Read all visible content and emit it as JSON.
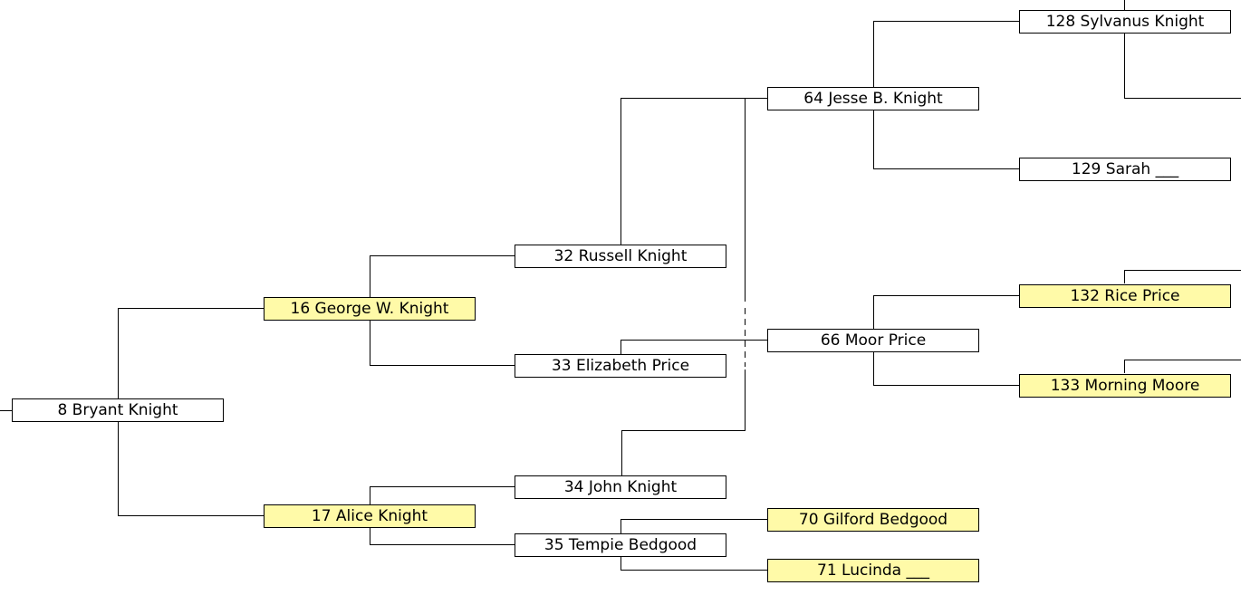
{
  "persons": {
    "p8": {
      "label": "8 Bryant Knight",
      "highlight": false
    },
    "p16": {
      "label": "16 George W. Knight",
      "highlight": true
    },
    "p17": {
      "label": "17 Alice Knight",
      "highlight": true
    },
    "p32": {
      "label": "32 Russell Knight",
      "highlight": false
    },
    "p33": {
      "label": "33 Elizabeth Price",
      "highlight": false
    },
    "p34": {
      "label": "34 John Knight",
      "highlight": false
    },
    "p35": {
      "label": "35 Tempie Bedgood",
      "highlight": false
    },
    "p64": {
      "label": "64 Jesse B. Knight",
      "highlight": false
    },
    "p66": {
      "label": "66 Moor Price",
      "highlight": false
    },
    "p70": {
      "label": "70 Gilford Bedgood",
      "highlight": true
    },
    "p71": {
      "label": "71 Lucinda ___",
      "highlight": true
    },
    "p128": {
      "label": "128 Sylvanus Knight",
      "highlight": false
    },
    "p129": {
      "label": "129 Sarah ___",
      "highlight": false
    },
    "p132": {
      "label": "132 Rice Price",
      "highlight": true
    },
    "p133": {
      "label": "133 Morning Moore",
      "highlight": true
    }
  },
  "colors": {
    "highlight_fill": "#fffaa8",
    "box_fill": "#ffffff",
    "border": "#000000",
    "line": "#000000"
  }
}
